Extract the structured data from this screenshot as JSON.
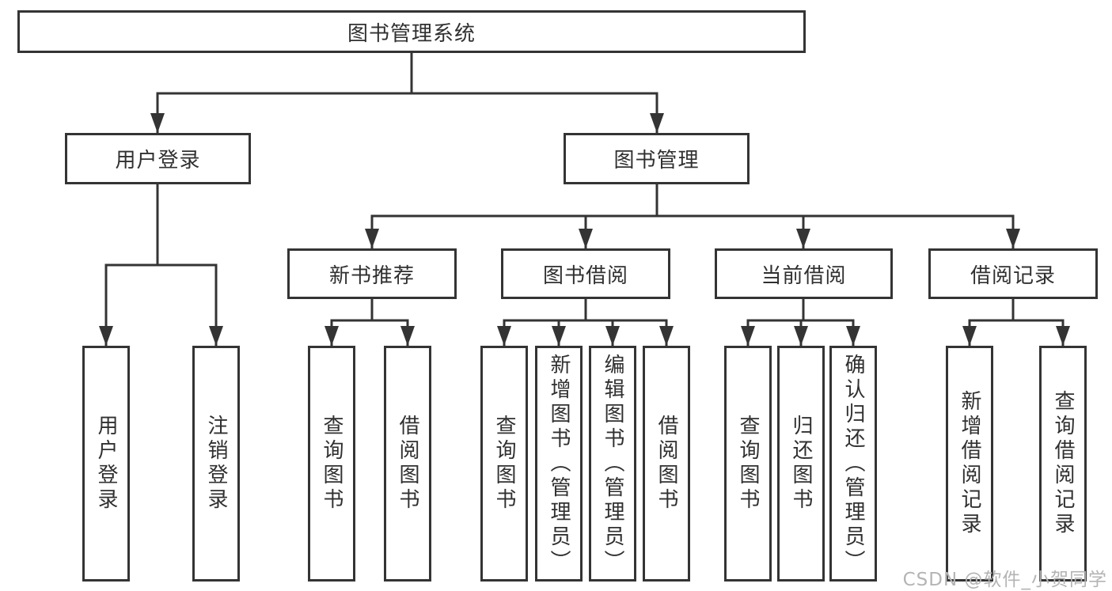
{
  "diagram_type": "hierarchy-tree",
  "colors": {
    "line": "#343434",
    "text": "#303030",
    "background": "#ffffff",
    "watermark": "#b4b4b4"
  },
  "tree": {
    "root": {
      "label": "图书管理系统",
      "children": [
        {
          "label": "用户登录",
          "children": [
            {
              "label": "用户登录"
            },
            {
              "label": "注销登录"
            }
          ]
        },
        {
          "label": "图书管理",
          "children": [
            {
              "label": "新书推荐",
              "children": [
                {
                  "label": "查询图书"
                },
                {
                  "label": "借阅图书"
                }
              ]
            },
            {
              "label": "图书借阅",
              "children": [
                {
                  "label": "查询图书"
                },
                {
                  "label": "新增图书（管理员）"
                },
                {
                  "label": "编辑图书（管理员）"
                },
                {
                  "label": "借阅图书"
                }
              ]
            },
            {
              "label": "当前借阅",
              "children": [
                {
                  "label": "查询图书"
                },
                {
                  "label": "归还图书"
                },
                {
                  "label": "确认归还（管理员）"
                }
              ]
            },
            {
              "label": "借阅记录",
              "children": [
                {
                  "label": "新增借阅记录"
                },
                {
                  "label": "查询借阅记录"
                }
              ]
            }
          ]
        }
      ]
    }
  },
  "watermark": {
    "text": "CSDN @软件_小贺同学"
  }
}
